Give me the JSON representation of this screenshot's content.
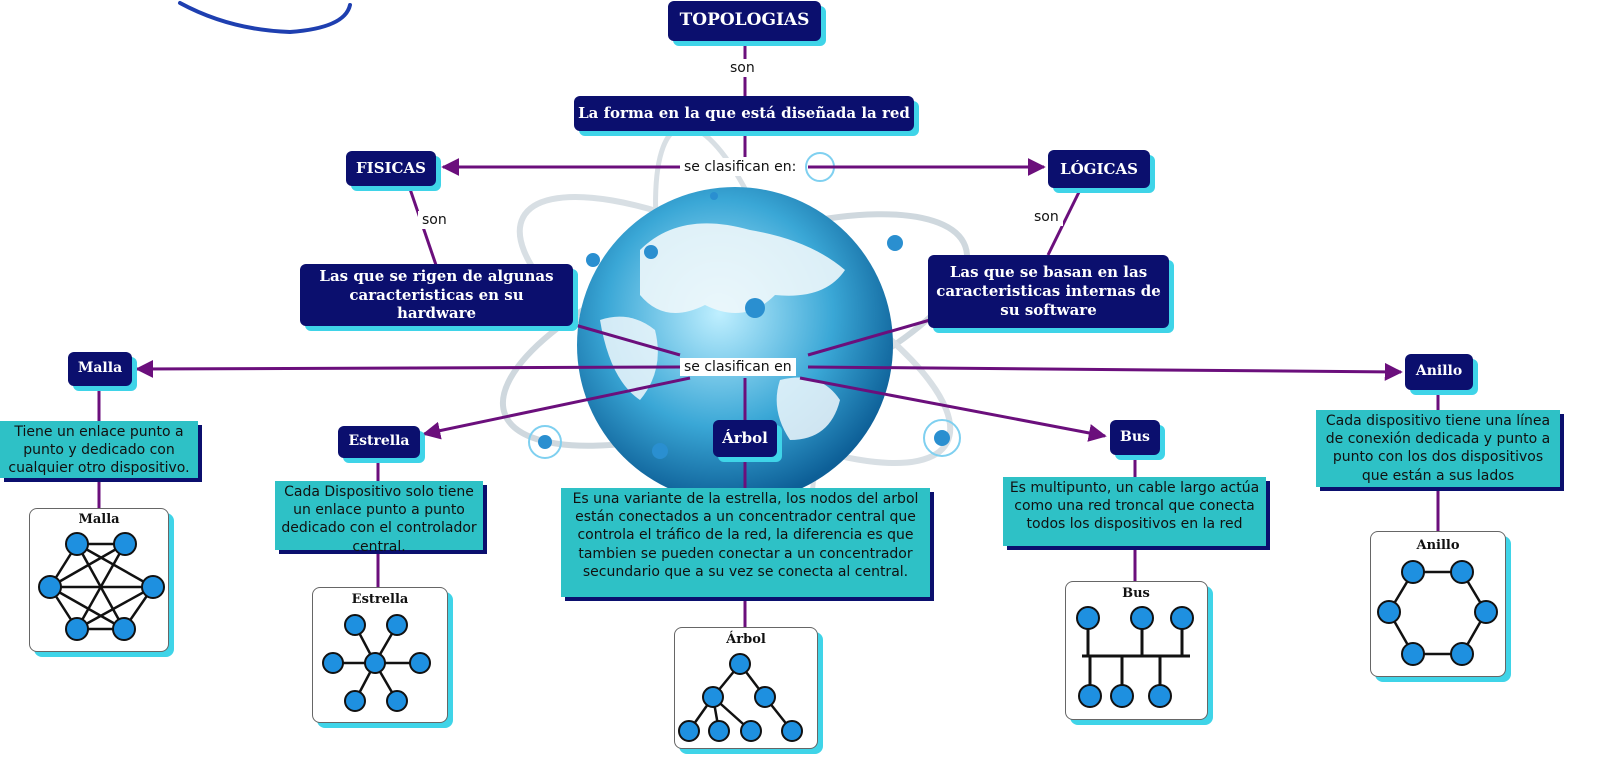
{
  "colors": {
    "node_bg": "#0b0f6e",
    "node_shadow": "#3fd4e8",
    "desc_bg": "#2ec1c6",
    "connector": "#6b0f7c",
    "device": "#1e90e0"
  },
  "root": {
    "title": "TOPOLOGIAS",
    "link": "son",
    "definition": "La forma en la que está diseñada la red"
  },
  "classification_link": "se clasifican en:",
  "physical": {
    "title": "FISICAS",
    "link": "son",
    "description": "Las que se rigen de algunas caracteristicas en su hardware"
  },
  "logical": {
    "title": "LÓGICAS",
    "link": "son",
    "description": "Las que se basan  en las caracteristicas internas de su software"
  },
  "types_link": "se clasifican en",
  "types": {
    "malla": {
      "title": "Malla",
      "description": "Tiene un enlace punto a punto y dedicado con cualquier otro dispositivo.",
      "diagram_title": "Malla"
    },
    "estrella": {
      "title": "Estrella",
      "description": "Cada Dispositivo solo tiene un enlace punto a punto dedicado con el controlador central.",
      "diagram_title": "Estrella"
    },
    "arbol": {
      "title": "Árbol",
      "description": "Es una variante de la estrella, los nodos del arbol están conectados a un concentrador central que controla el tráfico de la red, la diferencia es que tambien se pueden conectar a un concentrador secundario que a su vez se conecta al central.",
      "diagram_title": "Árbol"
    },
    "bus": {
      "title": "Bus",
      "description": "Es multipunto, un cable largo actúa como una red troncal que conecta todos los dispositivos en la red",
      "diagram_title": "Bus"
    },
    "anillo": {
      "title": "Anillo",
      "description": "Cada dispositivo tiene una línea de conexión dedicada  y punto a punto con los dos dispositivos que están a sus lados",
      "diagram_title": "Anillo"
    }
  }
}
